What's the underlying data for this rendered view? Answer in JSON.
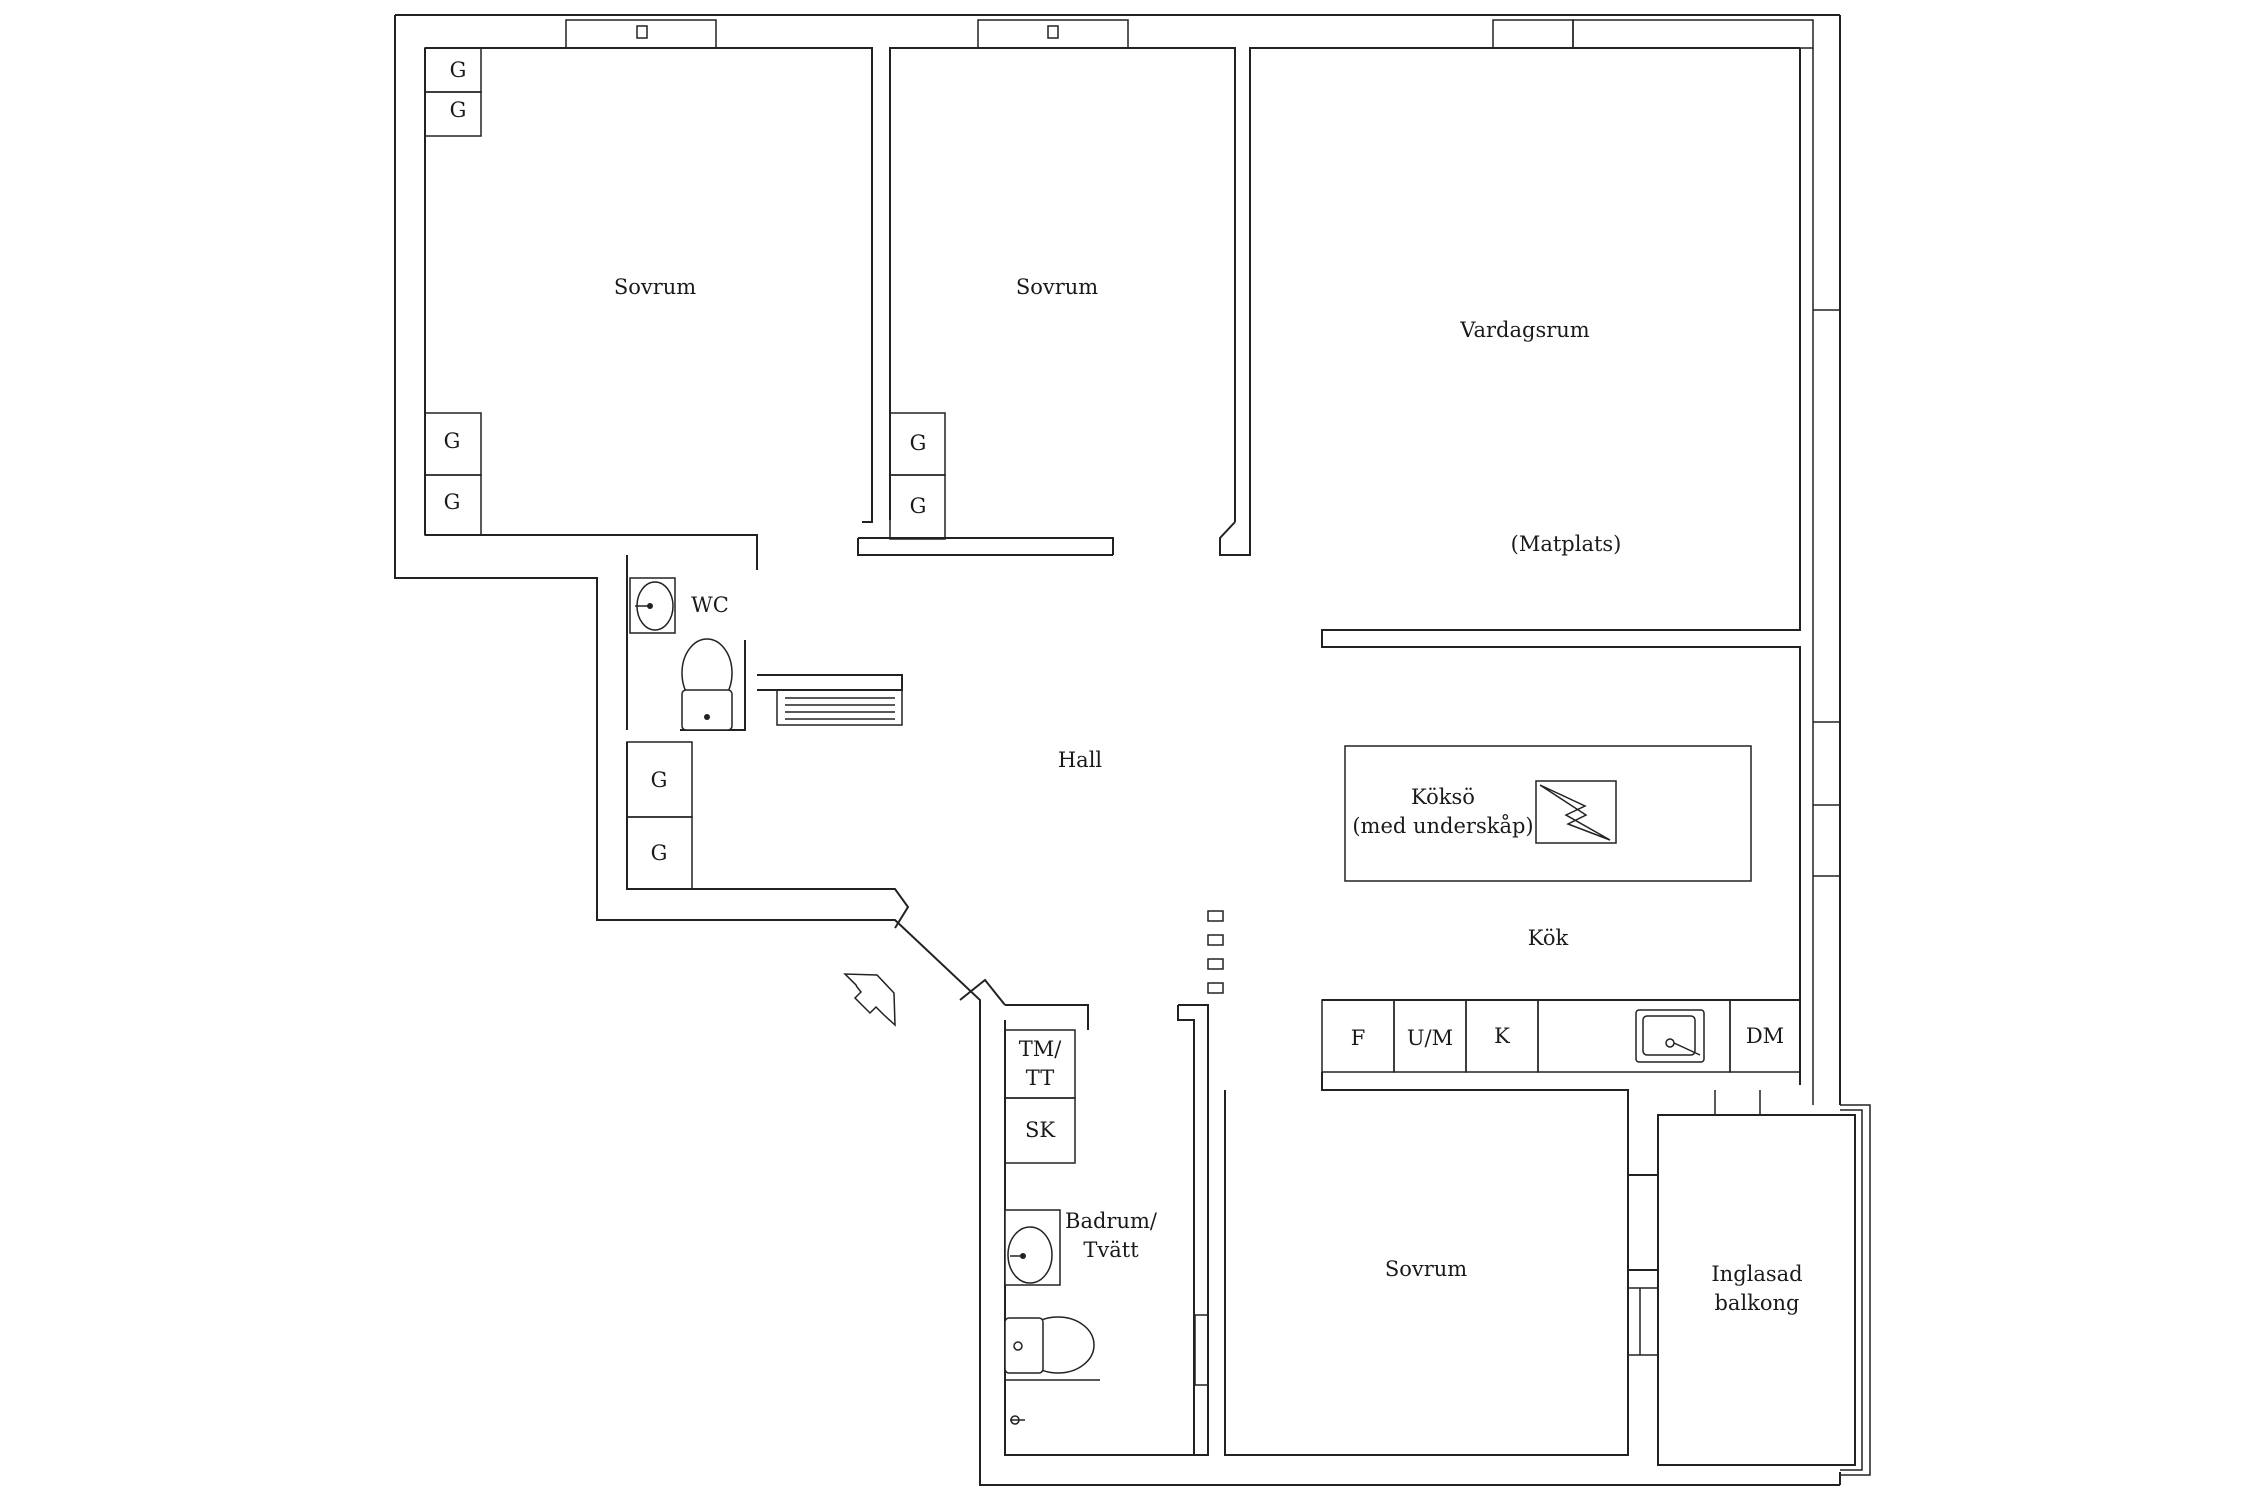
{
  "rooms": {
    "bedroom_1": "Sovrum",
    "bedroom_2": "Sovrum",
    "living_room": "Vardagsrum",
    "dining": "(Matplats)",
    "wc": "WC",
    "hall": "Hall",
    "kitchen_island_line1": "Köksö",
    "kitchen_island_line2": "(med underskåp)",
    "kitchen": "Kök",
    "bathroom_line1": "Badrum/",
    "bathroom_line2": "Tvätt",
    "bedroom_3": "Sovrum",
    "balcony_line1": "Inglasad",
    "balcony_line2": "balkong"
  },
  "labels": {
    "wardrobe": "G",
    "fridge": "F",
    "oven_microwave": "U/M",
    "freezer": "K",
    "dishwasher": "DM",
    "washer_dryer_line1": "TM/",
    "washer_dryer_line2": "TT",
    "cabinet": "SK"
  },
  "icons": {
    "entrance": "entrance-arrow-icon",
    "cooktop": "cooktop-icon",
    "sink": "sink-icon",
    "toilet": "toilet-icon",
    "washbasin": "washbasin-icon"
  }
}
